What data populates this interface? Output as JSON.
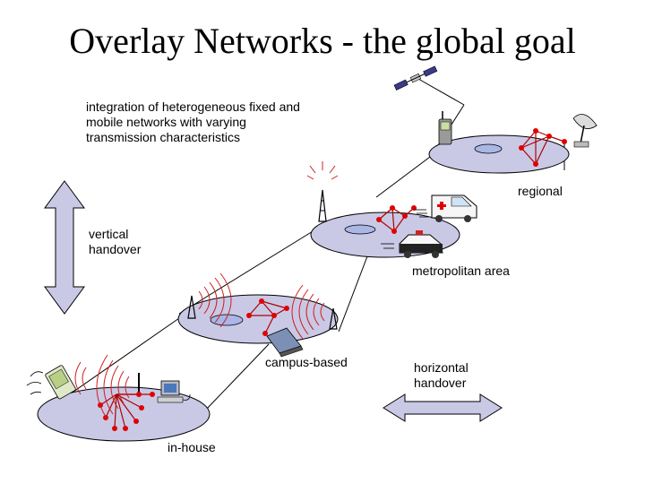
{
  "title": "Overlay Networks - the global goal",
  "description_lines": [
    "integration of heterogeneous fixed and",
    "mobile networks with varying",
    "transmission characteristics"
  ],
  "labels": {
    "regional": "regional",
    "vertical_handover": [
      "vertical",
      "handover"
    ],
    "metropolitan": "metropolitan area",
    "campus": "campus-based",
    "horizontal_handover": [
      "horizontal",
      "handover"
    ],
    "inhouse": "in-house"
  },
  "colors": {
    "disc_fill": "#c9c9e6",
    "node": "#e00000",
    "link": "#b00000",
    "radio_waves": "#d02020",
    "arrow_fill": "#c9c9e6"
  }
}
